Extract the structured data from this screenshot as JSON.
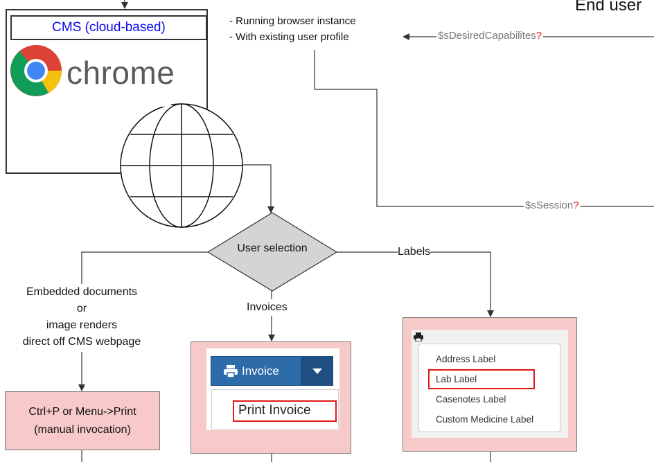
{
  "cms": {
    "title": "CMS (cloud-based)",
    "browser_name": "chrome"
  },
  "notes": {
    "line1": "- Running browser instance",
    "line2": "- With existing user profile"
  },
  "variables": {
    "capabilities": "$sDesiredCapabilites",
    "session": "$sSession",
    "question_mark": "?"
  },
  "decision": {
    "label": "User selection",
    "branch_left_lines": [
      "Embedded documents",
      "or",
      "image renders",
      "direct off CMS webpage"
    ],
    "branch_middle": "Invoices",
    "branch_right": "Labels"
  },
  "manual": {
    "line1": "Ctrl+P or Menu->Print",
    "line2": "(manual invocation)"
  },
  "invoice_ui": {
    "button_label": "Invoice",
    "menu_item": "Print Invoice"
  },
  "label_ui": {
    "items": [
      "Address Label",
      "Lab Label",
      "Casenotes Label",
      "Custom Medicine Label"
    ]
  },
  "corner_text": "End user",
  "colors": {
    "pink": "#f8c9c9",
    "highlight_red": "#e01818",
    "link_blue": "#0a0af0",
    "button_blue": "#2d6ca8"
  }
}
